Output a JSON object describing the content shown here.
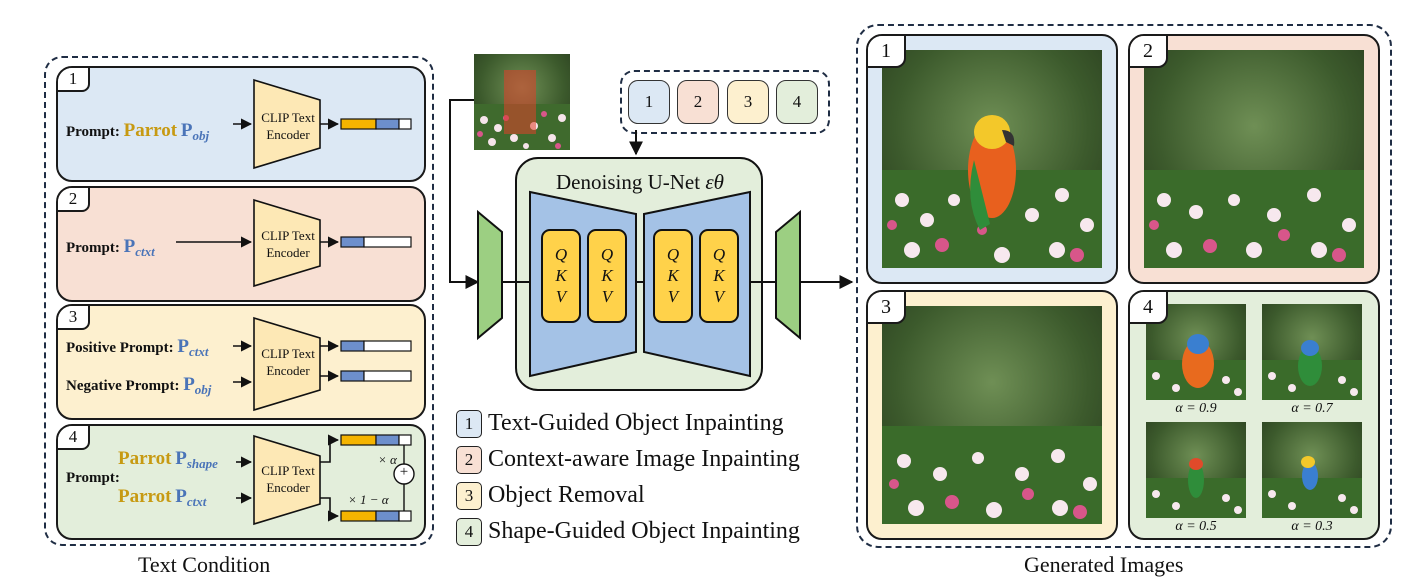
{
  "text_condition": {
    "caption": "Text Condition",
    "panels": [
      {
        "num": "1",
        "prompt_label": "Prompt:",
        "word": "Parrot",
        "p_main": "P",
        "p_sub": "obj",
        "encoder": "CLIP Text Encoder",
        "bg": "#dce8f4"
      },
      {
        "num": "2",
        "prompt_label": "Prompt:",
        "p_main": "P",
        "p_sub": "ctxt",
        "encoder": "CLIP Text Encoder",
        "bg": "#f8e0d4"
      },
      {
        "num": "3",
        "pos_label": "Positive Prompt:",
        "pos_p": "P",
        "pos_sub": "ctxt",
        "neg_label": "Negative Prompt:",
        "neg_p": "P",
        "neg_sub": "obj",
        "encoder": "CLIP Text Encoder",
        "bg": "#fdf0cf"
      },
      {
        "num": "4",
        "prompt_label": "Prompt:",
        "word1": "Parrot",
        "p1": "P",
        "p1_sub": "shape",
        "word2": "Parrot",
        "p2": "P",
        "p2_sub": "ctxt",
        "encoder": "CLIP Text Encoder",
        "mult_top": "× α",
        "mult_bottom": "× 1 − α",
        "plus": "+",
        "bg": "#e3eedb"
      }
    ]
  },
  "unet": {
    "title": "Denoising U-Net",
    "symbol": "εθ",
    "qkv": [
      "Q",
      "K",
      "V"
    ]
  },
  "modes": [
    "1",
    "2",
    "3",
    "4"
  ],
  "legend": [
    {
      "num": "1",
      "label": "Text-Guided Object Inpainting",
      "color": "#dce8f4"
    },
    {
      "num": "2",
      "label": "Context-aware Image Inpainting",
      "color": "#f8e0d4"
    },
    {
      "num": "3",
      "label": "Object Removal",
      "color": "#fdf0cf"
    },
    {
      "num": "4",
      "label": "Shape-Guided Object Inpainting",
      "color": "#e3eedb"
    }
  ],
  "generated": {
    "caption": "Generated Images",
    "panels": [
      "1",
      "2",
      "3",
      "4"
    ],
    "alphas": [
      "α = 0.9",
      "α = 0.7",
      "α = 0.5",
      "α = 0.3"
    ]
  },
  "colors": {
    "blue_panel": "#dce8f4",
    "pink_panel": "#f8e0d4",
    "yellow_panel": "#fdf0cf",
    "green_panel": "#e3eedb",
    "encoder_fill": "#fde8b5",
    "unet_bg": "#e3eedb",
    "unet_blue": "#a4c2e6",
    "qkv_fill": "#ffd24a",
    "outer_trap": "#9ccf82",
    "token_gold": "#f5b400",
    "token_blue": "#6d8fcc"
  }
}
